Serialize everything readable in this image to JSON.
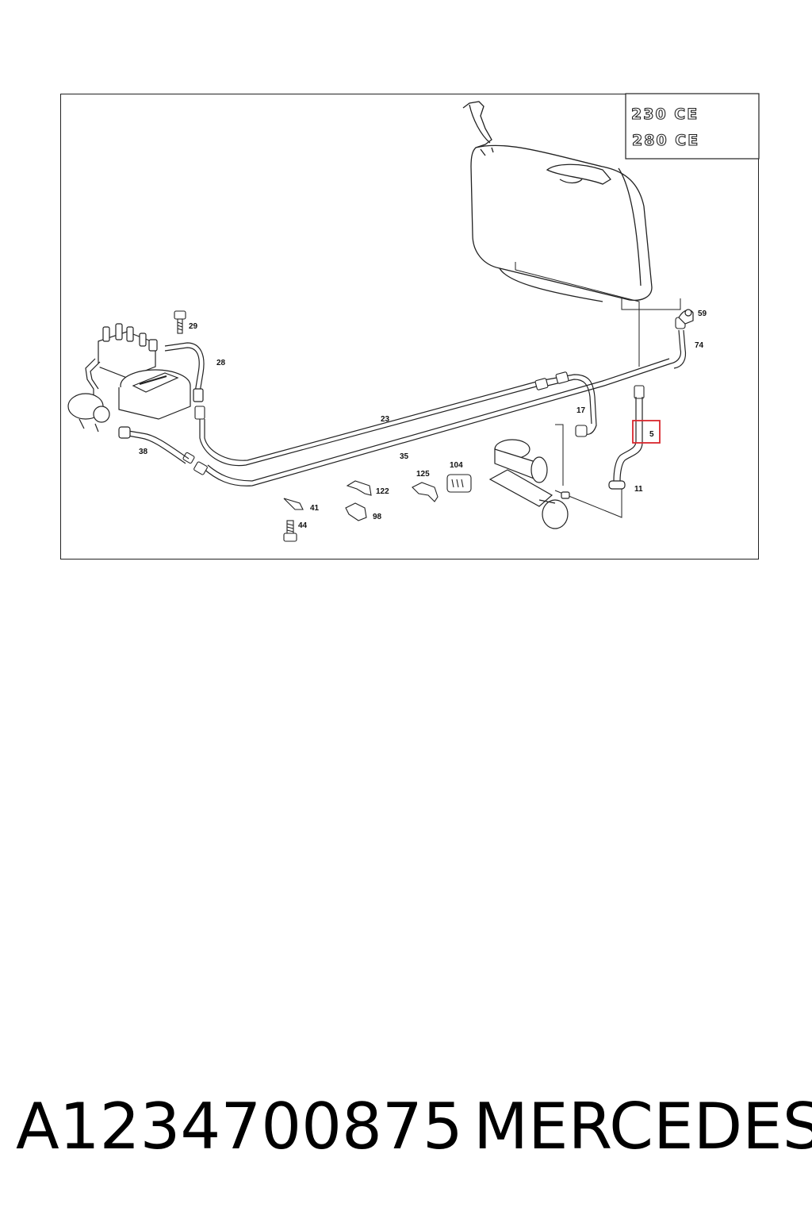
{
  "diagram": {
    "models": [
      "230 CE",
      "280 CE"
    ],
    "callouts": {
      "c29": "29",
      "c28": "28",
      "c23": "23",
      "c35": "35",
      "c38": "38",
      "c17": "17",
      "c5": "5",
      "c11": "11",
      "c59": "59",
      "c74": "74",
      "c41": "41",
      "c44": "44",
      "c122": "122",
      "c98": "98",
      "c125": "125",
      "c104": "104"
    },
    "highlighted_callout": "5",
    "highlight_color": "#d9272e"
  },
  "footer": {
    "part_number": "A1234700875",
    "brand": "MERCEDES"
  }
}
